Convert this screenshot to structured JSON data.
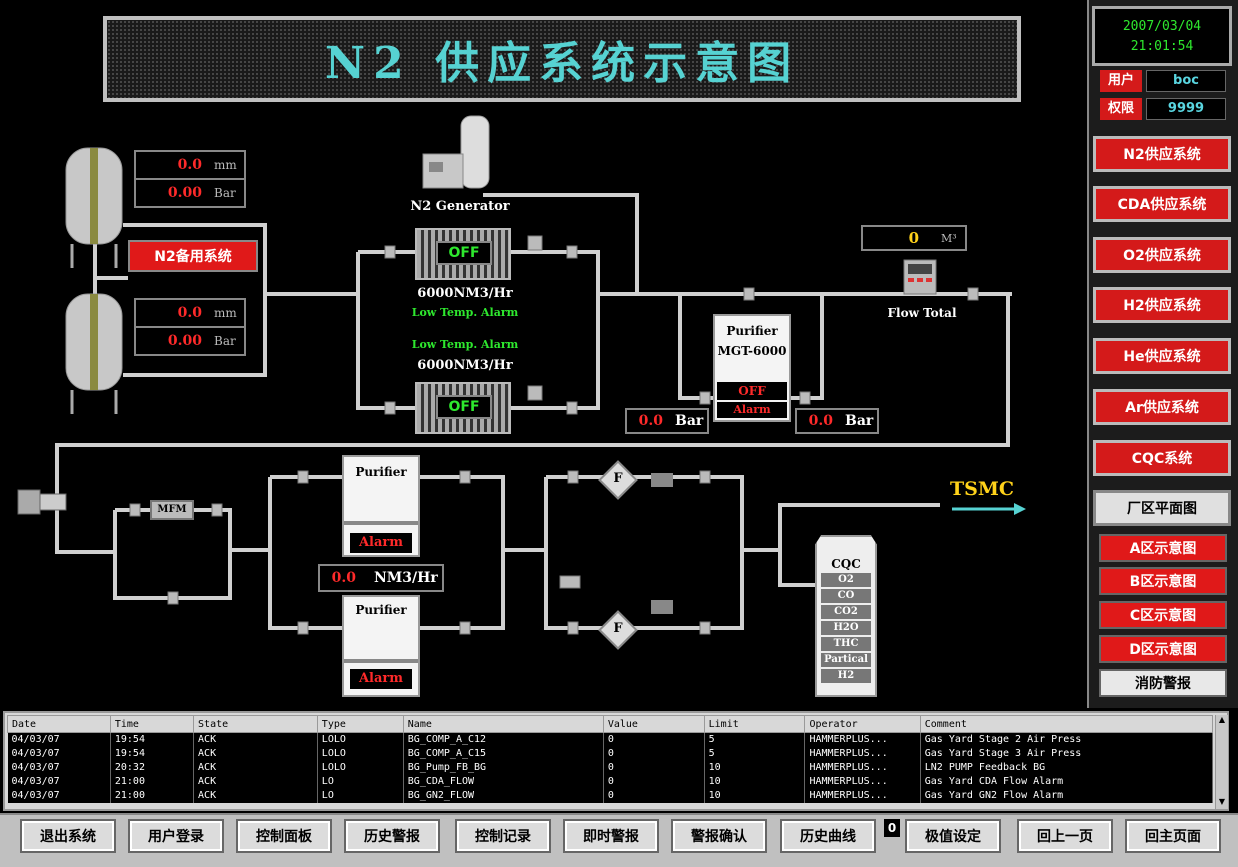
{
  "title": "N2 供应系统示意图",
  "clock": {
    "date": "2007/03/04",
    "time": "21:01:54"
  },
  "user": {
    "user_label": "用户",
    "user_value": "boc",
    "perm_label": "权限",
    "perm_value": "9999"
  },
  "systems": [
    "N2供应系统",
    "CDA供应系统",
    "O2供应系统",
    "H2供应系统",
    "He供应系统",
    "Ar供应系统",
    "CQC系统"
  ],
  "plant_map": "厂区平面图",
  "areas": [
    "A区示意图",
    "B区示意图",
    "C区示意图",
    "D区示意图"
  ],
  "fire_alarm": "消防警报",
  "tank1": {
    "level": "0.0",
    "level_unit": "mm",
    "pressure": "0.00",
    "pressure_unit": "Bar"
  },
  "tank2": {
    "level": "0.0",
    "level_unit": "mm",
    "pressure": "0.00",
    "pressure_unit": "Bar"
  },
  "backup_button": "N2备用系统",
  "generator": {
    "label": "N2 Generator",
    "unit1": {
      "state": "OFF",
      "capacity": "6000NM3/Hr",
      "alarm": "Low Temp. Alarm"
    },
    "unit2": {
      "state": "OFF",
      "capacity": "6000NM3/Hr",
      "alarm": "Low Temp. Alarm"
    }
  },
  "flow_total": {
    "value": "0",
    "unit": "M³",
    "label": "Flow Total"
  },
  "purifier_mgt": {
    "line1": "Purifier",
    "line2": "MGT-6000",
    "state": "OFF",
    "alarm": "Alarm",
    "p_in": "0.0",
    "p_out": "0.0",
    "unit": "Bar"
  },
  "mfm_label": "MFM",
  "purifier_a": {
    "label": "Purifier",
    "alarm": "Alarm"
  },
  "purifier_b": {
    "label": "Purifier",
    "alarm": "Alarm"
  },
  "flow_rate": {
    "value": "0.0",
    "unit": "NM3/Hr"
  },
  "filter_label": "F",
  "tsmc": "TSMC",
  "cqc": {
    "title": "CQC",
    "items": [
      "O2",
      "CO",
      "CO2",
      "H2O",
      "THC",
      "Partical",
      "H2"
    ]
  },
  "log": {
    "headers": [
      "Date",
      "Time",
      "State",
      "Type",
      "Name",
      "Value",
      "Limit",
      "Operator",
      "Comment"
    ],
    "rows": [
      [
        "04/03/07",
        "19:54",
        "ACK",
        "LOLO",
        "BG_COMP_A_C12",
        "0",
        "5",
        "HAMMERPLUS...",
        "Gas Yard Stage 2  Air Press"
      ],
      [
        "04/03/07",
        "19:54",
        "ACK",
        "LOLO",
        "BG_COMP_A_C15",
        "0",
        "5",
        "HAMMERPLUS...",
        "Gas Yard Stage 3  Air Press"
      ],
      [
        "04/03/07",
        "20:32",
        "ACK",
        "LOLO",
        "BG_Pump_FB_BG",
        "0",
        "10",
        "HAMMERPLUS...",
        "LN2 PUMP Feedback BG"
      ],
      [
        "04/03/07",
        "21:00",
        "ACK",
        "LO",
        "BG_CDA_FLOW",
        "0",
        "10",
        "HAMMERPLUS...",
        "Gas Yard CDA Flow Alarm"
      ],
      [
        "04/03/07",
        "21:00",
        "ACK",
        "LO",
        "BG_GN2_FLOW",
        "0",
        "10",
        "HAMMERPLUS...",
        "Gas Yard GN2 Flow Alarm"
      ]
    ]
  },
  "bottom_buttons": [
    "退出系统",
    "用户登录",
    "控制面板",
    "历史警报",
    "控制记录",
    "即时警报",
    "警报确认",
    "历史曲线",
    "极值设定",
    "回上一页",
    "回主页面"
  ],
  "badge": "0"
}
